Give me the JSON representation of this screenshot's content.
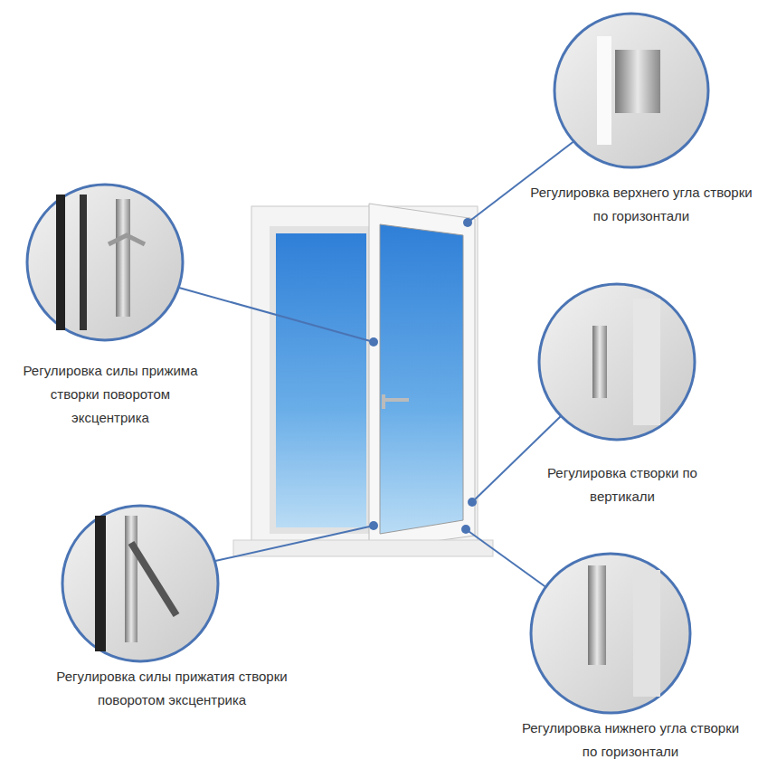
{
  "diagram": {
    "labels": [
      "Регулировка верхнего угла створки по горизонтали",
      "Регулировка силы прижима створки поворотом эксцентрика",
      "Регулировка створки по вертикали",
      "Регулировка силы прижатия створки поворотом эксцентрика",
      "Регулировка нижнего угла створки по горизонтали"
    ]
  }
}
